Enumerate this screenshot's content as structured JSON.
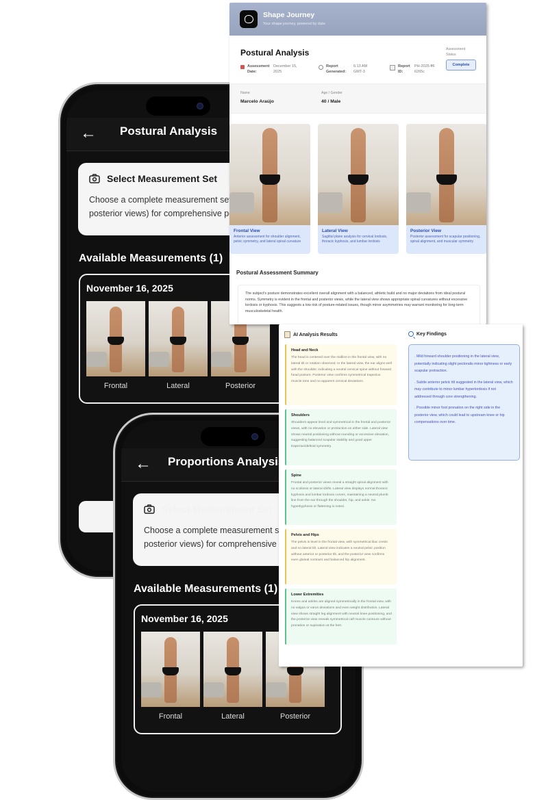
{
  "phone_postural": {
    "title": "Postural Analysis",
    "back_icon": "arrow-left-icon",
    "card": {
      "icon": "camera-icon",
      "title": "Select Measurement Set",
      "description": "Choose a complete measurement set (frontal, lateral, posterior views) for comprehensive postural analysis."
    },
    "section_title": "Available Measurements (1)",
    "measurement": {
      "date": "November 16, 2025",
      "thumbs": [
        {
          "label": "Frontal"
        },
        {
          "label": "Lateral"
        },
        {
          "label": "Posterior"
        }
      ]
    }
  },
  "phone_proportions": {
    "title": "Proportions Analysis",
    "back_icon": "arrow-left-icon",
    "card": {
      "icon": "camera-icon",
      "title": "Select Measurement Set",
      "description": "Choose a complete measurement set (frontal, lateral and posterior views) for comprehensive body proportion analysis."
    },
    "section_title": "Available Measurements (1)",
    "measurement": {
      "date": "November 16, 2025",
      "thumbs": [
        {
          "label": "Frontal"
        },
        {
          "label": "Lateral"
        },
        {
          "label": "Posterior"
        }
      ]
    }
  },
  "report": {
    "brand": "Shape Journey",
    "tagline": "Your shape journey, powered by data",
    "title": "Postural Analysis",
    "meta": {
      "date_label": "Assessment Date:",
      "date_value": "December 15, 2025",
      "generated_label": "Report Generated:",
      "generated_value": "6:13 AM GMT-3",
      "id_label": "Report ID:",
      "id_value": "PH-2025-ff66265c"
    },
    "status_label": "Assessment Status",
    "status_value": "Complete",
    "person": {
      "name_label": "Name",
      "name": "Marcelo Araújo",
      "age_label": "Age / Gender",
      "age": "40 / Male"
    },
    "views": [
      {
        "title": "Frontal View",
        "desc": "Anterior assessment for shoulder alignment, pelvic symmetry, and lateral spinal curvature"
      },
      {
        "title": "Lateral View",
        "desc": "Sagittal plane analysis for cervical lordosis, thoracic kyphosis, and lumbar lordosis"
      },
      {
        "title": "Posterior View",
        "desc": "Posterior assessment for scapular positioning, spinal alignment, and muscular symmetry"
      }
    ],
    "summary_title": "Postural Assessment Summary",
    "summary_text": "The subject's posture demonstrates excellent overall alignment with a balanced, athletic build and no major deviations from ideal postural norms. Symmetry is evident in the frontal and posterior views, while the lateral view shows appropriate spinal curvatures without excessive lordosis or kyphosis. This suggests a low risk of posture-related issues, though minor asymmetries may warrant monitoring for long-term musculoskeletal health."
  },
  "ai": {
    "title": "AI Analysis Results",
    "findings": [
      {
        "title": "Head and Neck",
        "color": "#eac257",
        "text": "The head is centered over the midline in the frontal view, with no lateral tilt or rotation observed. In the lateral view, the ear aligns well with the shoulder, indicating a neutral cervical spine without forward head posture. Posterior view confirms symmetrical trapezius muscle tone and no apparent cervical deviations."
      },
      {
        "title": "Shoulders",
        "color": "#5cc28f",
        "text": "Shoulders appear level and symmetrical in the frontal and posterior views, with no elevation or protraction on either side. Lateral view shows neutral positioning without rounding or excessive elevation, suggesting balanced scapular stability and good upper trapezius/deltoid symmetry."
      },
      {
        "title": "Spine",
        "color": "#5cc28f",
        "text": "Frontal and posterior views reveal a straight spinal alignment with no scoliosis or lateral shifts. Lateral view displays normal thoracic kyphosis and lumbar lordosis curves, maintaining a neutral plumb line from the ear through the shoulder, hip, and ankle. No hyperkyphosis or flattening is noted."
      },
      {
        "title": "Pelvis and Hips",
        "color": "#eac257",
        "text": "The pelvis is level in the frontal view, with symmetrical iliac crests and no lateral tilt. Lateral view indicates a neutral pelvic position without anterior or posterior tilt, and the posterior view confirms even gluteal contours and balanced hip alignment."
      },
      {
        "title": "Lower Extremities",
        "color": "#5cc28f",
        "text": "Knees and ankles are aligned symmetrically in the frontal view, with no valgus or varus deviations and even weight distribution. Lateral view shows straight leg alignment with neutral knee positioning, and the posterior view reveals symmetrical calf muscle contours without pronation or supination at the feet."
      }
    ],
    "key_findings_title": "Key Findings",
    "key_findings": [
      ". Mild forward shoulder positioning in the lateral view, potentially indicating slight pectoralis minor tightness or early scapular protraction.",
      ". Subtle anterior pelvic tilt suggested in the lateral view, which may contribute to minor lumbar hyperlordosis if not addressed through core strengthening.",
      ". Possible minor foot pronation on the right side in the posterior view, which could lead to upstream knee or hip compensations over time."
    ]
  }
}
